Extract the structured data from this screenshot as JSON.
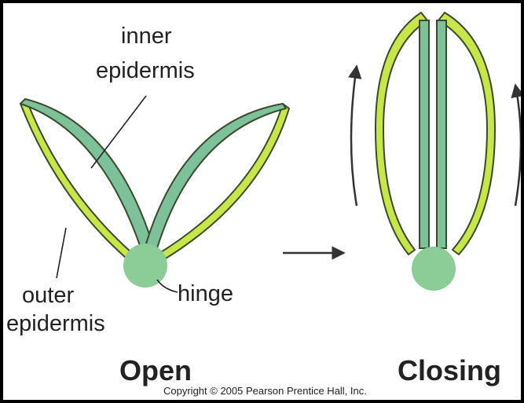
{
  "labels": {
    "inner_line1": "inner",
    "inner_line2": "epidermis",
    "outer_line1": "outer",
    "outer_line2": "epidermis",
    "hinge": "hinge"
  },
  "panels": {
    "open": "Open",
    "closing": "Closing"
  },
  "copyright": "Copyright © 2005 Pearson Prentice Hall, Inc.",
  "colors": {
    "outer_cell": "#c8e64a",
    "inner_cell": "#7dc19b",
    "hinge": "#8ccc96",
    "outline": "#3a4a2a",
    "text": "#222222"
  }
}
